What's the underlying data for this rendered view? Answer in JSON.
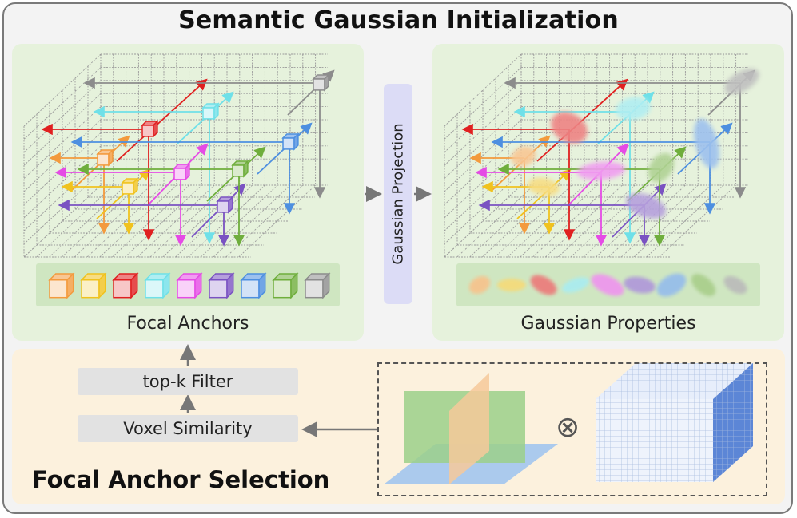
{
  "title": "Semantic Gaussian Initialization",
  "left_caption": "Focal Anchors",
  "right_caption": "Gaussian Properties",
  "projection_label": "Gaussian Projection",
  "filter_label": "top-k Filter",
  "similarity_label": "Voxel Similarity",
  "selection_title": "Focal Anchor Selection",
  "operator_symbol": "⊗",
  "colors": {
    "outer_background": "#f3f3f3",
    "upper_panels": "#e6f2dc",
    "bottom_panel": "#fcf1dd",
    "projection_box": "#dcdcf6",
    "anchor_colors": [
      "#f39a3d",
      "#f0c21e",
      "#e02020",
      "#6fe0e8",
      "#e54be5",
      "#7a52c2",
      "#4d8fe0",
      "#6fae3c",
      "#8c8c8c"
    ]
  }
}
